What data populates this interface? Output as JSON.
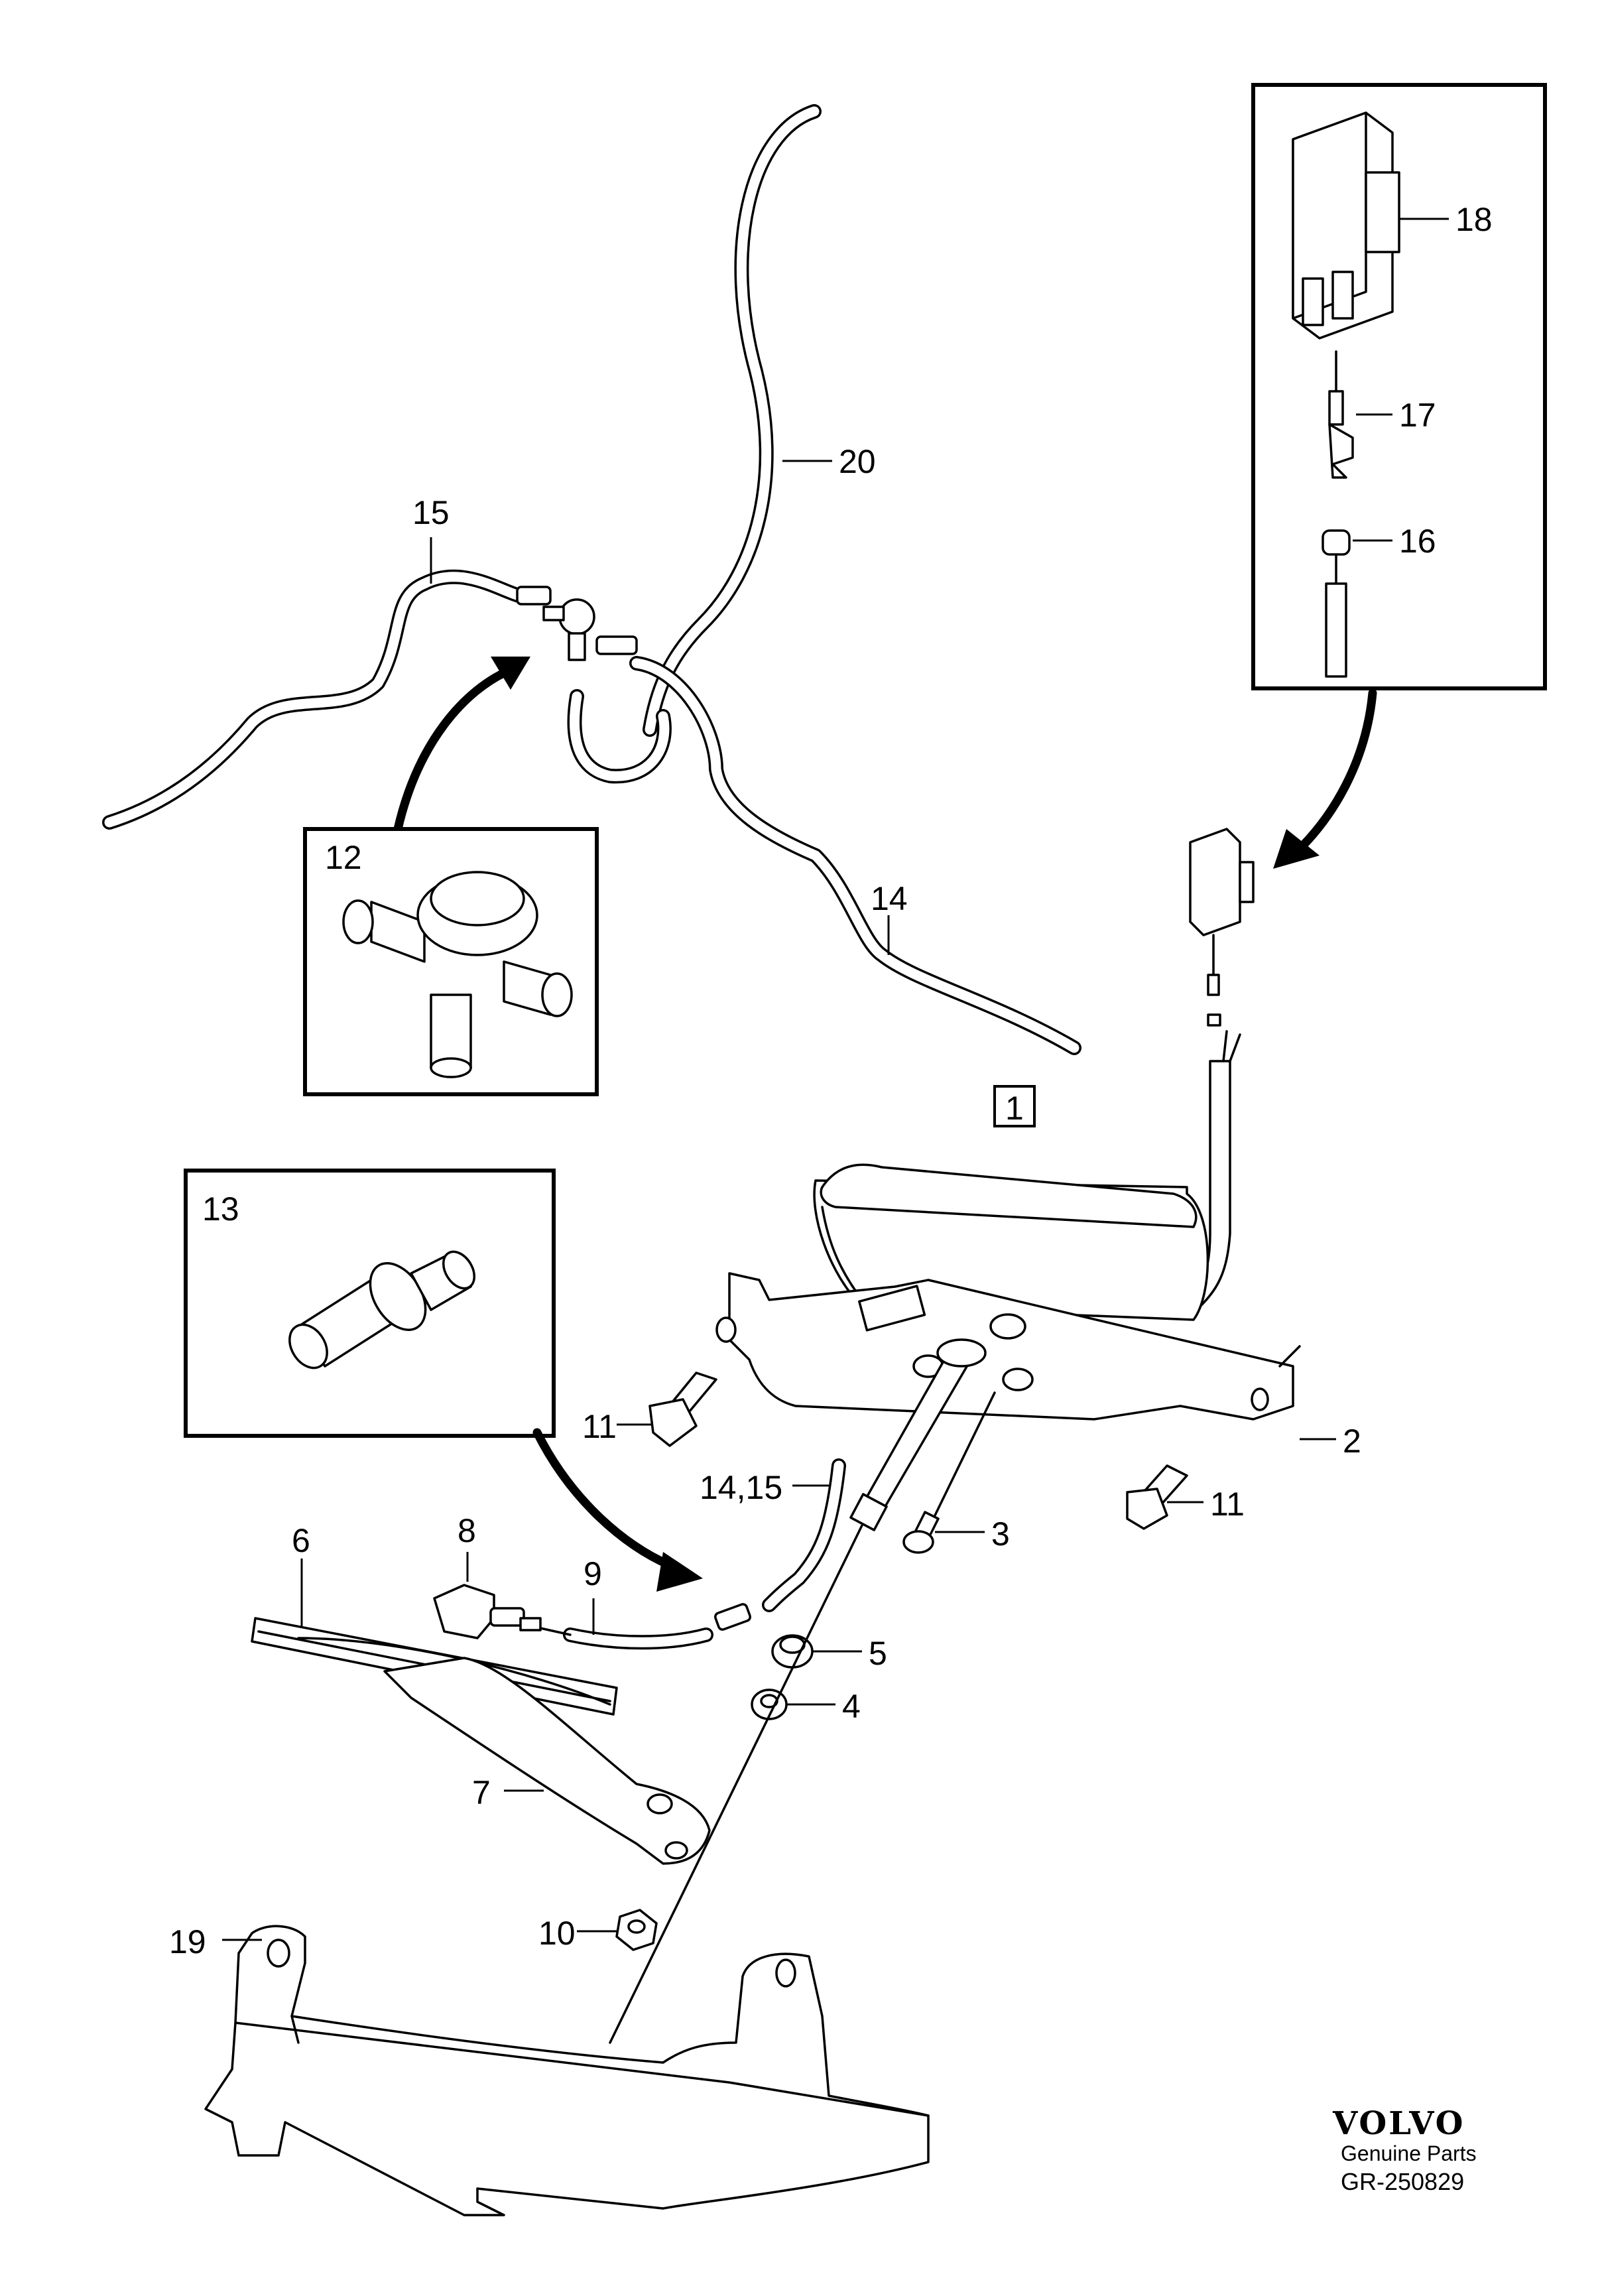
{
  "callouts": {
    "c1": "1",
    "c2": "2",
    "c3": "3",
    "c4": "4",
    "c5": "5",
    "c6": "6",
    "c7": "7",
    "c8": "8",
    "c9": "9",
    "c10": "10",
    "c11a": "11",
    "c11b": "11",
    "c12": "12",
    "c13": "13",
    "c14": "14",
    "c14_15": "14,15",
    "c15": "15",
    "c16": "16",
    "c17": "17",
    "c18": "18",
    "c19": "19",
    "c20": "20"
  },
  "brand": {
    "logo": "VOLVO",
    "tagline": "Genuine Parts",
    "code": "GR-250829"
  }
}
